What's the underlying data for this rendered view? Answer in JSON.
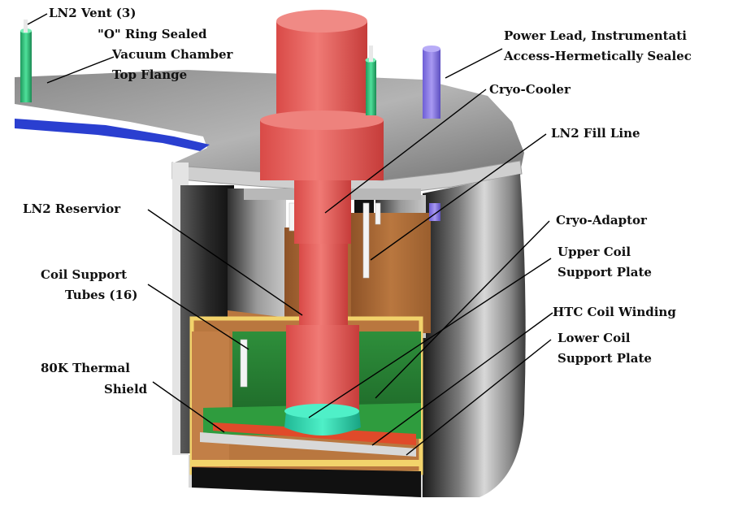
{
  "labels": {
    "ln2_vent": "LN2 Vent (3)",
    "o_ring_1": "\"O\" Ring Sealed",
    "o_ring_2": "Vacuum Chamber",
    "o_ring_3": "Top Flange",
    "power_lead_1": "Power Lead, Instrumentati",
    "power_lead_2": "Access-Hermetically Sealec",
    "cryo_cooler": "Cryo-Cooler",
    "ln2_fill_line": "LN2 Fill Line",
    "ln2_reservoir": "LN2 Reservior",
    "cryo_adaptor": "Cryo-Adaptor",
    "coil_support_tubes_1": "Coil Support",
    "coil_support_tubes_2": "Tubes (16)",
    "upper_coil_plate_1": "Upper Coil",
    "upper_coil_plate_2": "Support Plate",
    "htc_coil_winding": "HTC Coil Winding",
    "thermal_shield_1": "80K Thermal",
    "thermal_shield_2": "Shield",
    "lower_coil_plate_1": "Lower Coil",
    "lower_coil_plate_2": "Support Plate"
  },
  "colors": {
    "cryo_cooler": "#e8605e",
    "reservoir_copper": "#b5733e",
    "coil_green": "#2f8a3c",
    "coil_winding_red": "#e04a2a",
    "cryo_adaptor": "#2bd6b0",
    "vent_green": "#2fc07a",
    "power_lead_purple": "#8f7ee6",
    "flange_blue": "#2a3fd0",
    "plate_yellow": "#f2d36b"
  }
}
